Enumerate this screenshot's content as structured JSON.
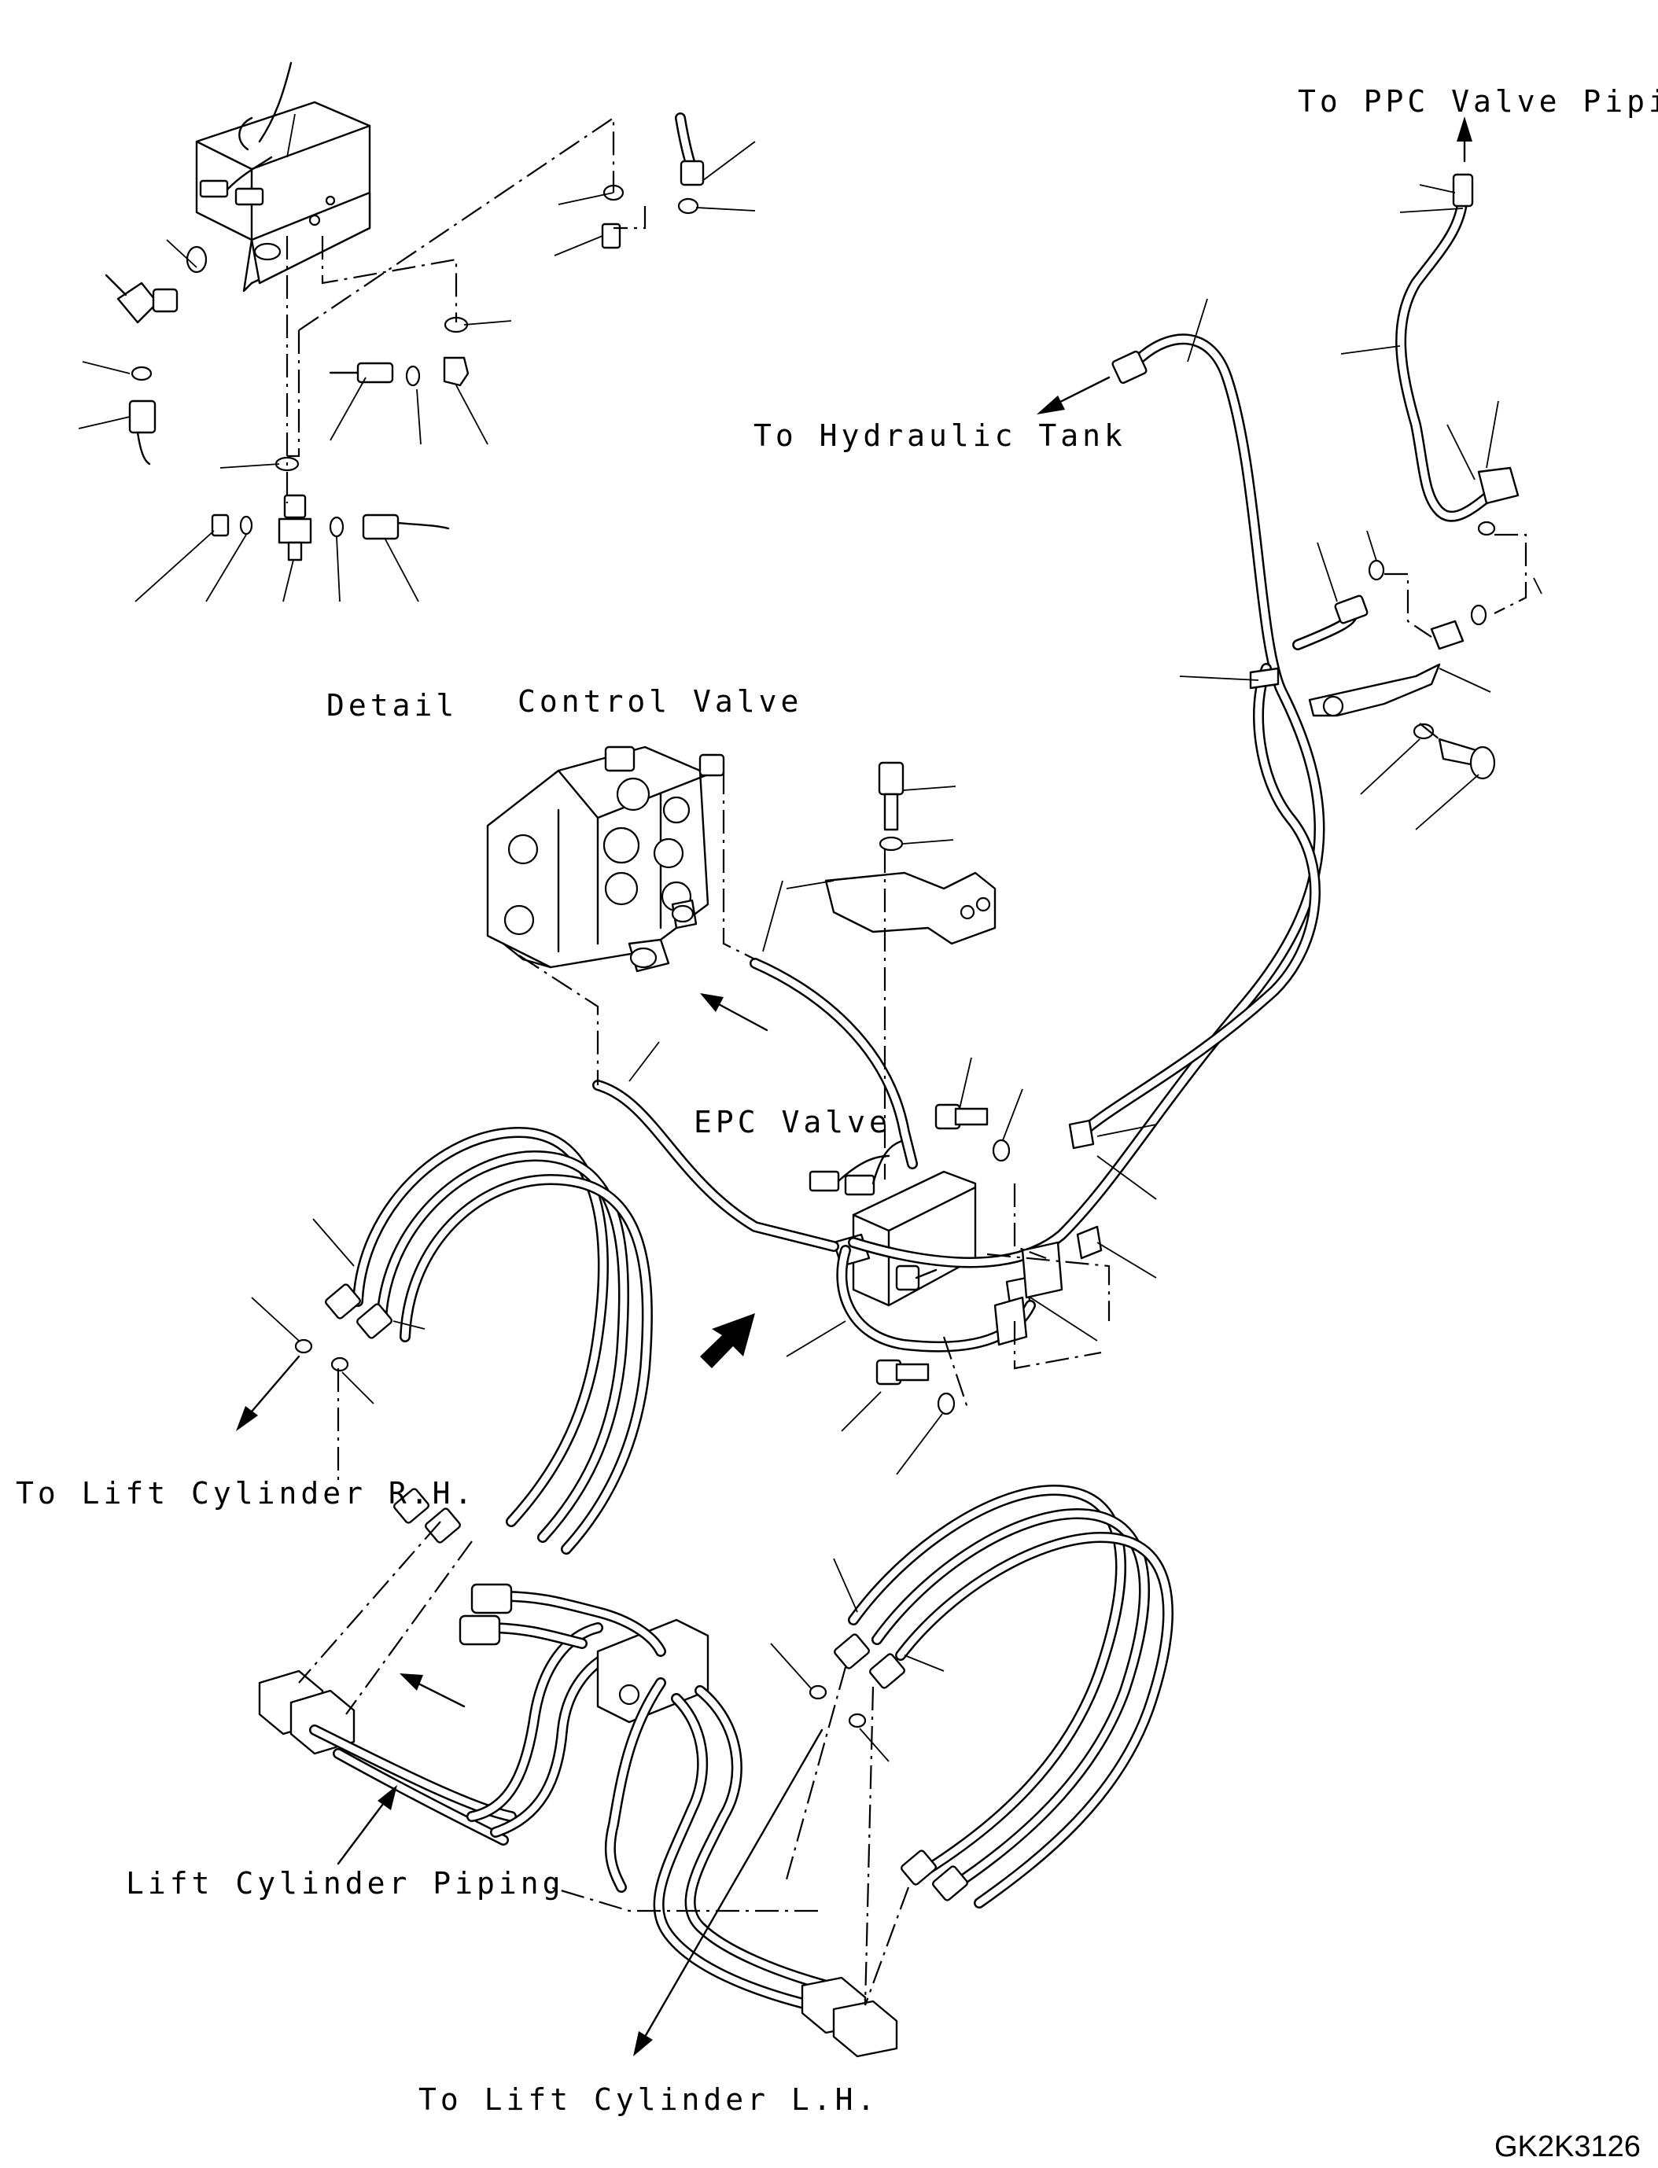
{
  "labels": {
    "ppc_valve_piping": "To PPC Valve Piping",
    "hydraulic_tank": "To Hydraulic Tank",
    "detail": "Detail",
    "control_valve": "Control Valve",
    "epc_valve": "EPC Valve",
    "lift_cylinder_rh": "To Lift Cylinder R.H.",
    "lift_cylinder_piping": "Lift Cylinder Piping",
    "lift_cylinder_lh": "To Lift Cylinder L.H.",
    "drawing_code": "GK2K3126"
  }
}
